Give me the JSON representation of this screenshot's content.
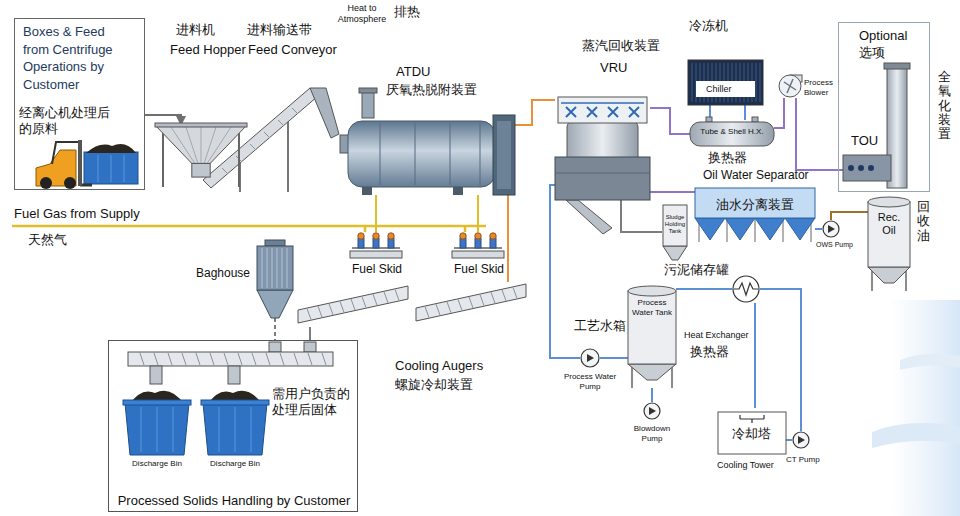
{
  "diagram": {
    "nodes": [
      {
        "text": [
          "Boxes & Feed from Centrifuge Operations by Customer",
          "经离心机处理后的原料"
        ]
      },
      {
        "text": [
          "进料机",
          "Feed Hopper"
        ]
      },
      {
        "text": [
          "ATDU",
          "厌氧热脱附装置"
        ]
      },
      {
        "text": [
          "蒸汽回收装置",
          "VRU"
        ]
      },
      {
        "text": [
          "冷冻机",
          "Chiller"
        ]
      },
      {
        "text": [
          "Tube & Shell H.X.",
          "换热器"
        ]
      },
      {
        "text": [
          "Process Blower"
        ]
      },
      {
        "text": [
          "Optional",
          "选项"
        ]
      },
      {
        "text": [
          "TOU"
        ],
        "in": 7
      },
      {
        "text": [
          "Oil Water Separator",
          "油水分离装置"
        ]
      },
      {
        "text": [
          "Sludge Holding Tank",
          "污泥储存罐"
        ]
      },
      {
        "text": [
          "OWS Pump"
        ]
      },
      {
        "text": [
          "Rec. Oil",
          "回收油"
        ]
      },
      {
        "text": [
          "Process Water Tank",
          "工艺水箱"
        ]
      },
      {
        "text": [
          "Heat Exchanger",
          "换热器"
        ]
      },
      {
        "text": [
          "冷却塔",
          "Cooling Tower"
        ]
      },
      {
        "text": [
          "CT Pump"
        ]
      },
      {
        "text": [
          "Process Water Pump"
        ]
      },
      {
        "text": [
          "Blowdown Pump"
        ]
      },
      {
        "text": [
          "Baghouse"
        ]
      },
      {
        "text": [
          "Fuel Skid"
        ]
      },
      {
        "text": [
          "Fuel Skid"
        ]
      },
      {
        "text": [
          "Cooling Augers",
          "螺旋冷却装置"
        ]
      },
      {
        "text": [
          "Processed Solids Handling by Customer"
        ]
      },
      {
        "text": [
          "Discharge Bin"
        ],
        "in": 23
      },
      {
        "text": [
          "Discharge Bin"
        ],
        "in": 23
      }
    ],
    "edges": [
      {
        "from": 0,
        "to": 1,
        "arrow": "to"
      },
      {
        "from": 2,
        "to": 3,
        "arrow": "none"
      },
      {
        "from": 2,
        "to": 22,
        "arrow": "none"
      },
      {
        "from": 20,
        "to": 2,
        "arrow": "none"
      },
      {
        "from": 21,
        "to": 2,
        "arrow": "none"
      },
      {
        "from": 3,
        "to": 5,
        "arrow": "none"
      },
      {
        "from": 4,
        "to": 5,
        "arrow": "none"
      },
      {
        "from": 4,
        "to": 5,
        "arrow": "none"
      },
      {
        "from": 5,
        "to": 6,
        "arrow": "none"
      },
      {
        "from": 6,
        "to": 8,
        "arrow": "none"
      },
      {
        "from": 3,
        "to": 9,
        "arrow": "none"
      },
      {
        "from": 3,
        "to": 10,
        "arrow": "none"
      },
      {
        "from": 9,
        "to": 11,
        "arrow": "none"
      },
      {
        "from": 11,
        "to": 12,
        "arrow": "none"
      },
      {
        "from": 13,
        "to": 14,
        "arrow": "none"
      },
      {
        "from": 14,
        "to": 15,
        "arrow": "none"
      },
      {
        "from": 15,
        "to": 16,
        "arrow": "none"
      },
      {
        "from": 16,
        "to": 14,
        "arrow": "none"
      },
      {
        "from": 13,
        "to": 17,
        "arrow": "none"
      },
      {
        "from": 17,
        "to": 3,
        "arrow": "none"
      },
      {
        "from": 13,
        "to": 18,
        "arrow": "none"
      },
      {
        "from": 19,
        "to": 23,
        "arrow": "none"
      },
      {
        "from": 22,
        "to": 23,
        "arrow": "none"
      }
    ],
    "labels": [
      "进料输送带",
      "Feed Conveyor",
      "Heat to Atmosphere",
      "排热",
      "全氧化装置",
      "Fuel Gas from Supply",
      "天然气",
      "需用户负责的处理后固体"
    ]
  }
}
